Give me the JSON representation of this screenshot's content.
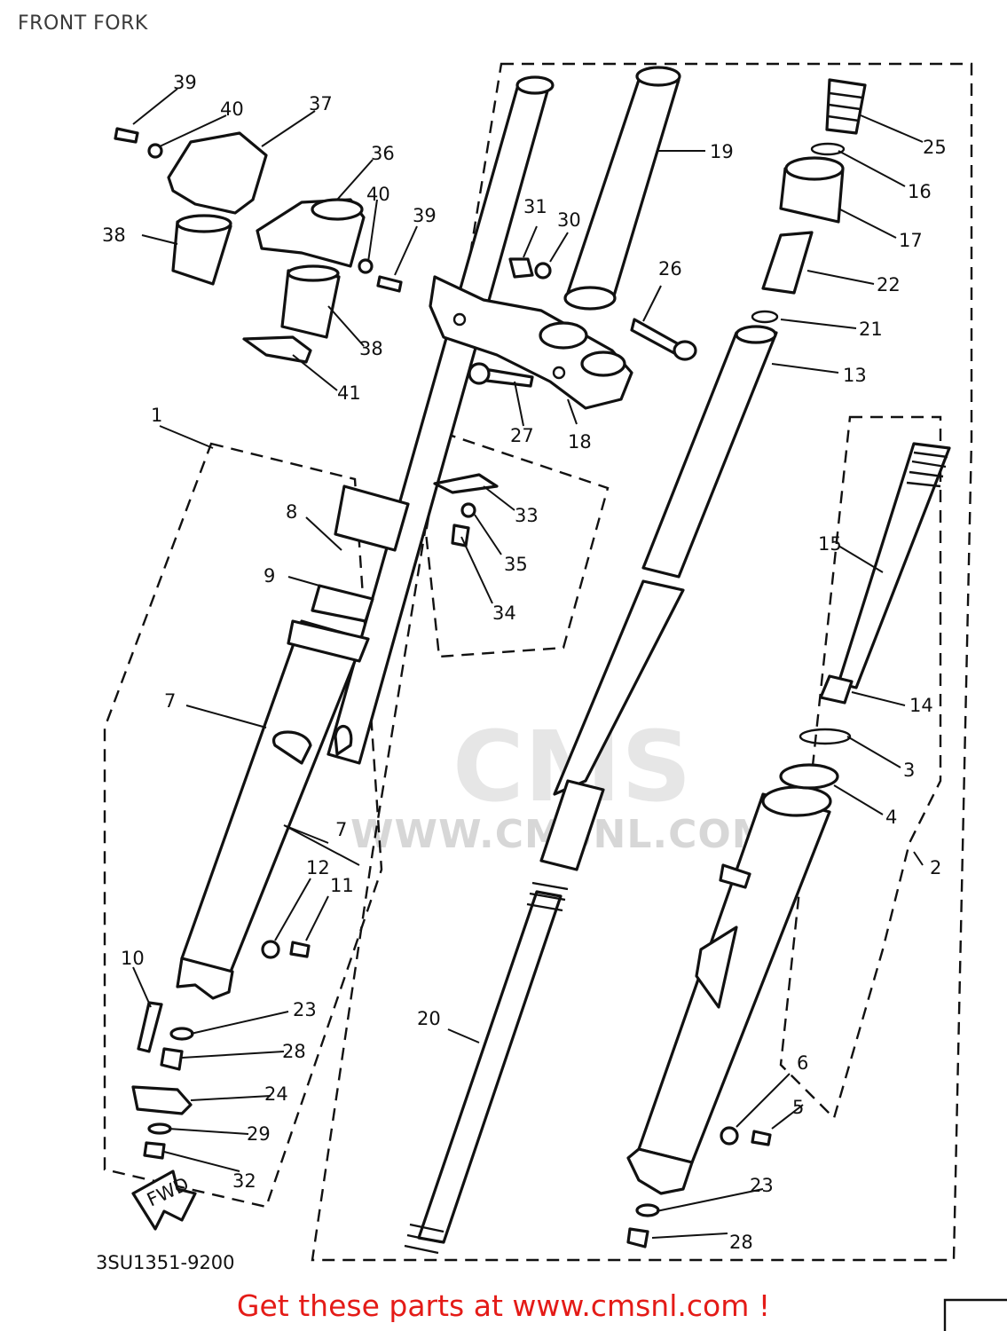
{
  "page": {
    "title": "FRONT FORK",
    "diagram_code": "3SU1351-9200",
    "watermark_text": "WWW.CMSNL.COM",
    "watermark_logo": "CMS",
    "fwd_label": "FWD",
    "promo_text": "Get these parts at www.cmsnl.com !",
    "promo_color": "#e41b17"
  },
  "callouts": {
    "c1": "1",
    "c2": "2",
    "c3": "3",
    "c4": "4",
    "c5": "5",
    "c6": "6",
    "c7a": "7",
    "c7b": "7",
    "c8": "8",
    "c9": "9",
    "c10": "10",
    "c11": "11",
    "c12": "12",
    "c13": "13",
    "c14": "14",
    "c15": "15",
    "c16": "16",
    "c17": "17",
    "c18": "18",
    "c19": "19",
    "c20": "20",
    "c21": "21",
    "c22": "22",
    "c23a": "23",
    "c23b": "23",
    "c24": "24",
    "c25": "25",
    "c26": "26",
    "c27": "27",
    "c28a": "28",
    "c28b": "28",
    "c29": "29",
    "c30": "30",
    "c31": "31",
    "c32": "32",
    "c33": "33",
    "c34": "34",
    "c35": "35",
    "c36": "36",
    "c37": "37",
    "c38a": "38",
    "c38b": "38",
    "c39a": "39",
    "c39b": "39",
    "c40a": "40",
    "c40b": "40",
    "c41": "41"
  }
}
